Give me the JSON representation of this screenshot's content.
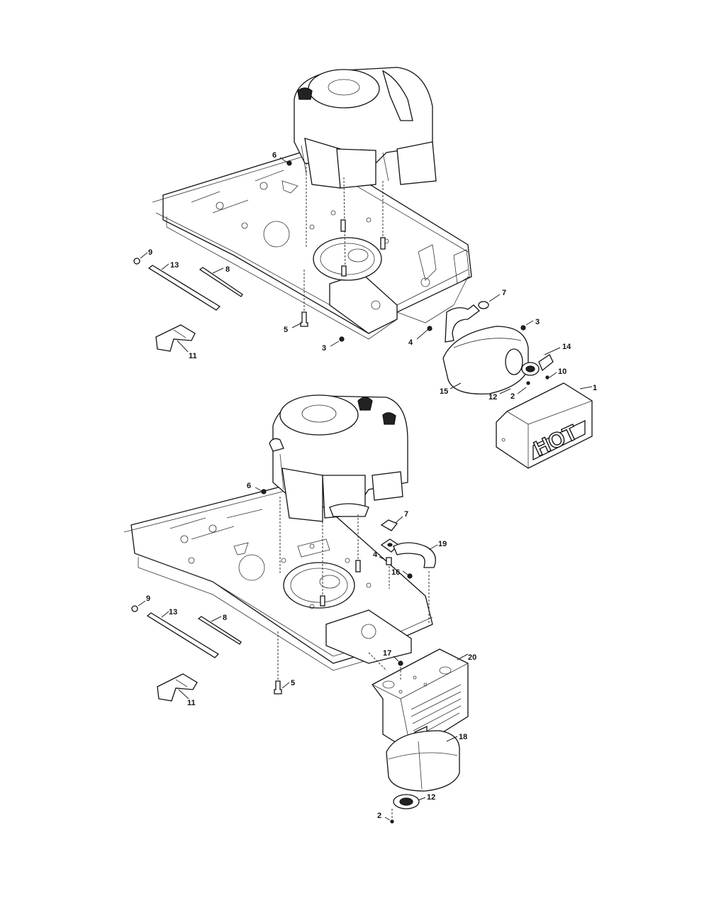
{
  "callouts": {
    "top": {
      "c1": "1",
      "c2": "2",
      "c3a": "3",
      "c3b": "3",
      "c4": "4",
      "c5": "5",
      "c6": "6",
      "c7": "7",
      "c8": "8",
      "c9": "9",
      "c10": "10",
      "c11": "11",
      "c12": "12",
      "c13": "13",
      "c14": "14",
      "c15": "15"
    },
    "bottom": {
      "c2": "2",
      "c4": "4",
      "c5": "5",
      "c6": "6",
      "c7": "7",
      "c8": "8",
      "c9": "9",
      "c11": "11",
      "c12": "12",
      "c13": "13",
      "c16": "16",
      "c17": "17",
      "c18": "18",
      "c19": "19",
      "c20": "20"
    }
  },
  "heat_shield_text": "HOT"
}
